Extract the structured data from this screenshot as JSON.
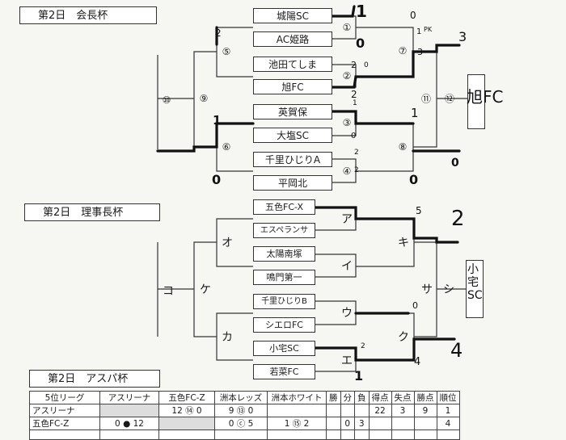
{
  "tournament1": {
    "title": "第2日　会長杯",
    "teams": [
      "城陽SC",
      "AC姫路",
      "池田てしま",
      "旭FC",
      "英賀保",
      "大塩SC",
      "千里ひじりA",
      "平岡北"
    ],
    "match_labels": [
      "①",
      "②",
      "③",
      "④",
      "⑤",
      "⑥",
      "⑦",
      "⑧",
      "⑨",
      "⑩",
      "⑪",
      "⑫"
    ],
    "scores_handwritten": [
      "1",
      "0",
      "0",
      "1",
      "PK",
      "3",
      "2",
      "2",
      "0",
      "3",
      "2",
      "1",
      "1",
      "0",
      "0",
      "0",
      "0",
      "2",
      "2",
      "1"
    ],
    "winner": "旭FC"
  },
  "tournament2": {
    "title": "第2日　理事長杯",
    "teams": [
      "五色FC-X",
      "エスペランサ",
      "太陽南塚",
      "鳴門第一",
      "千里ひじりB",
      "シエロFC",
      "小宅SC",
      "若菜FC"
    ],
    "match_labels": [
      "ア",
      "イ",
      "ウ",
      "エ",
      "オ",
      "カ",
      "キ",
      "ク",
      "ケ",
      "コ",
      "サ",
      "シ"
    ],
    "scores_handwritten": [
      "5",
      "2",
      "0",
      "4",
      "4",
      "2",
      "1"
    ],
    "winner": "小宅SC"
  },
  "tournament3": {
    "title": "第2日　アスパ杯",
    "header": [
      "5位リーグ",
      "アスリーナ",
      "五色FC-Z",
      "洲本レッズ",
      "洲本ホワイト",
      "勝",
      "分",
      "負",
      "得点",
      "失点",
      "勝点",
      "順位"
    ],
    "rows": [
      [
        "アスリーナ",
        "",
        "12 ⑭ 0",
        "9 ⑬ 0",
        "",
        "",
        "",
        "",
        "22",
        "3",
        "9",
        "1"
      ],
      [
        "五色FC-Z",
        "0 ● 12",
        "",
        "0 ⓒ 5",
        "1 ⑮ 2",
        "",
        "0",
        "3",
        "",
        "",
        "",
        "4"
      ],
      [
        "",
        "",
        "",
        "",
        "",
        "",
        "",
        "",
        "",
        "",
        "",
        ""
      ]
    ]
  }
}
